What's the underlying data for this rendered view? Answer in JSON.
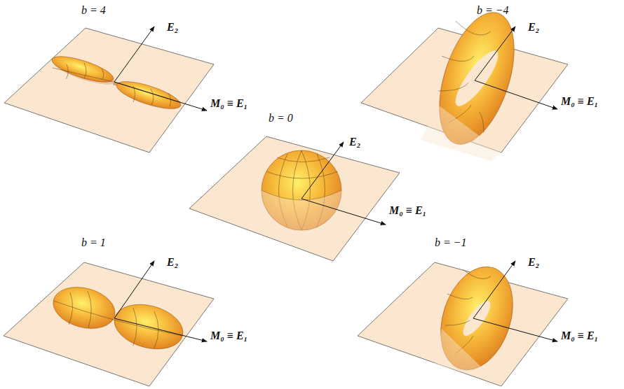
{
  "diagram": {
    "labels": [
      "b = 4",
      "E₂",
      "M₀ ≡ E₁",
      "b = −4",
      "E₂",
      "M₀ ≡ E₁",
      "b = 0",
      "E₂",
      "M₀ ≡ E₁",
      "b = 1",
      "E₂",
      "M₀ ≡ E₁",
      "b = −1",
      "E₂",
      "M₀ ≡ E₁"
    ]
  }
}
